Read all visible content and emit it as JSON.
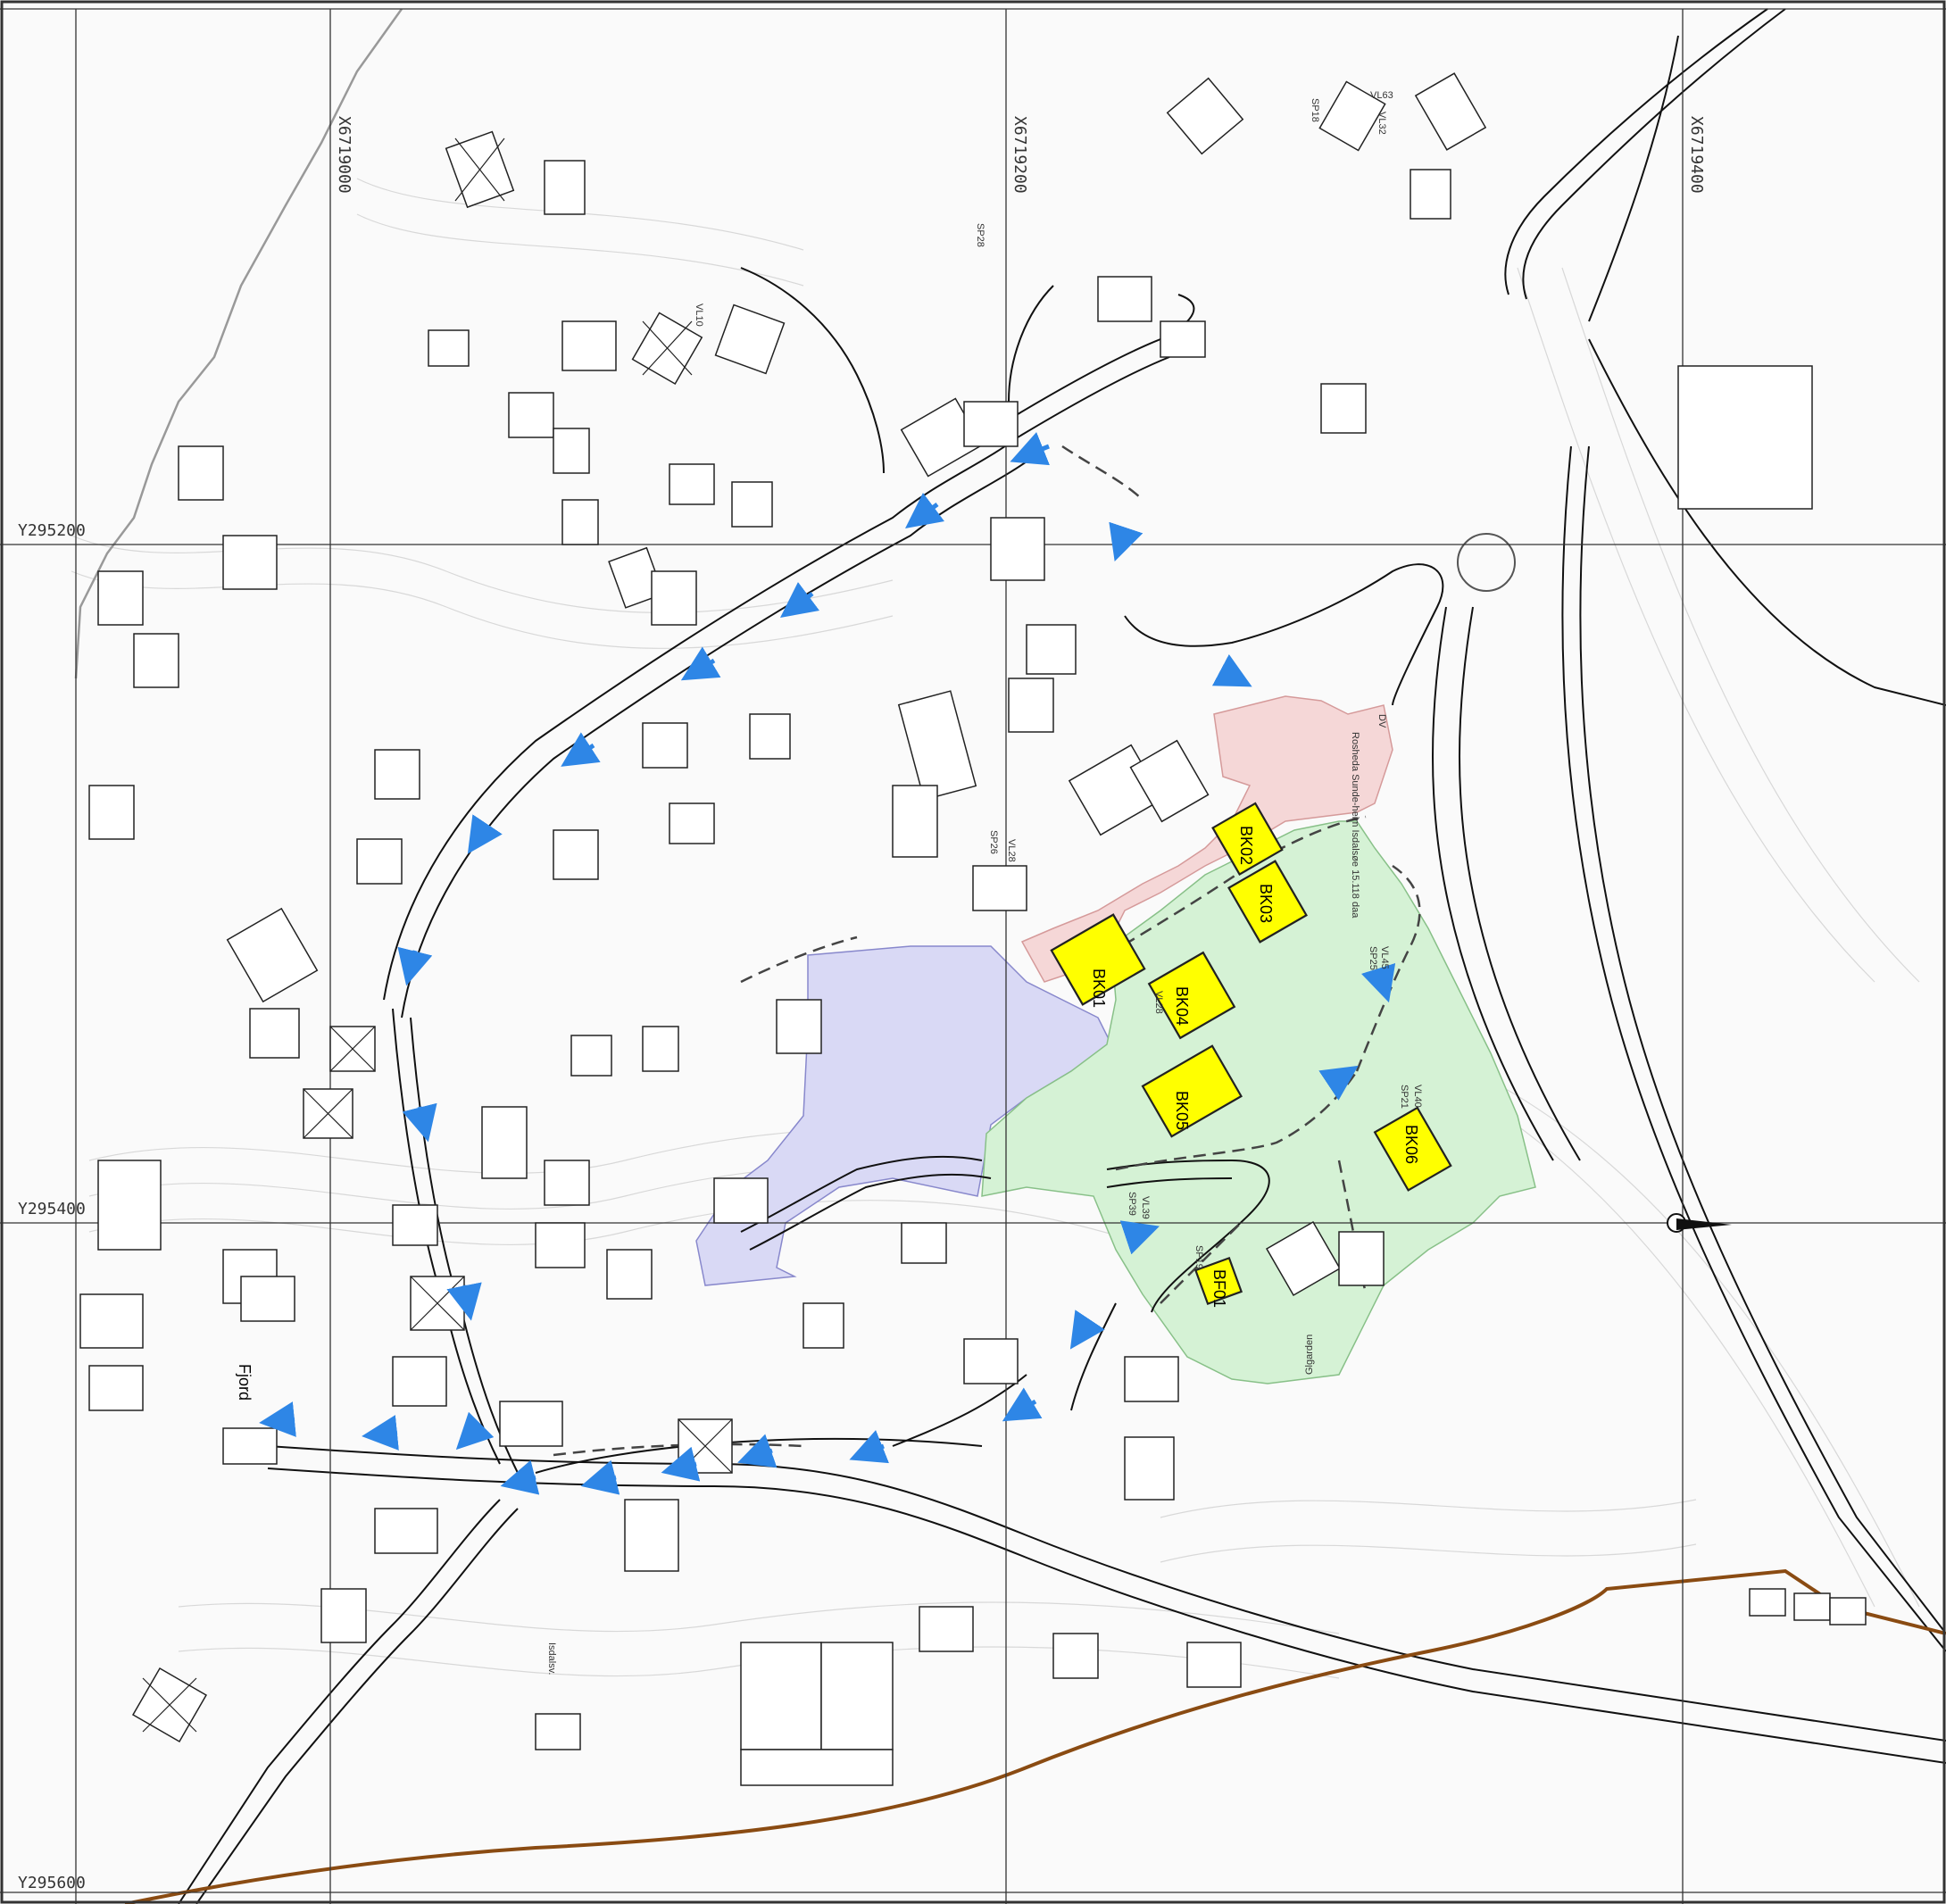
{
  "grid": {
    "x_labels": [
      "X6719000",
      "X6719200",
      "X6719400"
    ],
    "y_labels": [
      "Y295200",
      "Y295400",
      "Y295600"
    ]
  },
  "place_labels": {
    "fjord": "Fjord",
    "site_note": "Rosheda Sunde-heim Isdalsøe 15.118 daa",
    "isdalsvegen": "Isdalsv.",
    "glgarden": "Glgarden"
  },
  "zones": [
    {
      "id": "BK01",
      "label": "BK01"
    },
    {
      "id": "BK02",
      "label": "BK02"
    },
    {
      "id": "BK03",
      "label": "BK03"
    },
    {
      "id": "BK04",
      "label": "BK04"
    },
    {
      "id": "BK05",
      "label": "BK05"
    },
    {
      "id": "BK06",
      "label": "BK06"
    },
    {
      "id": "BF01",
      "label": "BF01"
    }
  ],
  "road_codes": [
    "VL63",
    "VL32",
    "SP18",
    "VL10",
    "SP28",
    "VL28",
    "SP39",
    "VL39",
    "SP25",
    "VL45",
    "SP26",
    "DV",
    "VL28",
    "SP21",
    "VL40",
    "SP19"
  ],
  "colors": {
    "purple_area": "#d9d9f5",
    "pink_area": "#f5d7d7",
    "green_area": "#d5f2d5",
    "building_fill": "#ffff00",
    "arrow": "#2e86e6",
    "pipeline": "#8a4b12",
    "grid_line": "#333333",
    "contour": "#cfcfcf"
  }
}
